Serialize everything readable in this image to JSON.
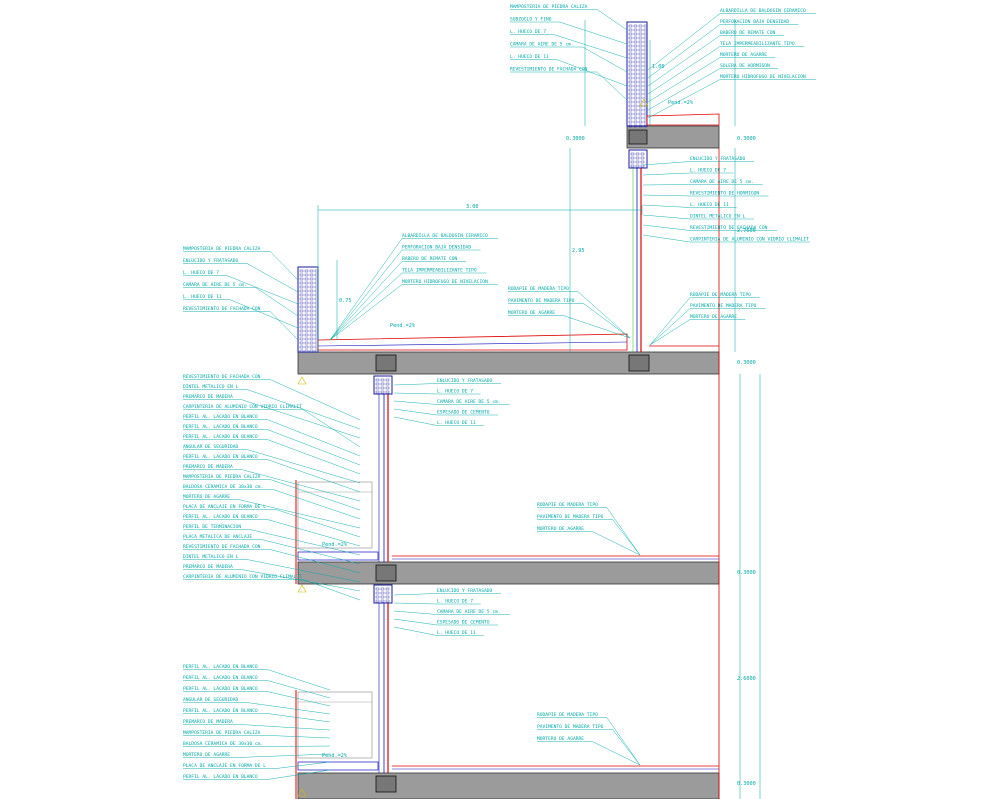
{
  "colors": {
    "background": "#ffffff",
    "annotation": "#00a8a8",
    "slab": "#9b9b9b",
    "slab_edge": "#333333",
    "brick": "#1a1aa0",
    "mullion_red": "#e00000",
    "window_blue": "#1010c0",
    "guide_green": "#22bb22",
    "highlight_yellow": "#ffee00"
  },
  "dimensions": {
    "span_top": "3.00",
    "height_upper": "2.95",
    "level_a": "0.3000",
    "level_b": "0.3000",
    "level_c": "0.3000",
    "level_d": "0.3000",
    "height_right": "2.7600",
    "height_floor": "2.6000",
    "parapet_top": "1.00",
    "parapet_low": "0.75"
  },
  "labels": {
    "top_left": [
      "MAMPOSTERIA DE PIEDRA CALIZA",
      "SUBZOCLO Y FINO",
      "L. HUECO DE 7",
      "CAMARA DE AIRE DE 5 cm.",
      "L. HUECO DE 11",
      "REVESTIMIENTO DE FACHADA CON"
    ],
    "top_right": [
      "ALBARDILLA DE BALDOSIN CERAMICO",
      "PERFORACION BAJA DENSIDAD",
      "BABERO DE REMATE CON",
      "TELA IMPERMEABILIZANTE TIPO",
      "MORTERO DE AGARRE",
      "SOLERA DE HORMIGON",
      "MORTERO HIDROFUGO DE NIVELACION"
    ],
    "right_middle": [
      "ENLUCIDO Y FRATASADO",
      "L. HUECO DE 7",
      "CAMARA DE AIRE DE 5 cm.",
      "REVESTIMIENTO DE HORMIGON",
      "L. HUECO DE 11",
      "DINTEL METALICO EN L",
      "REVESTIMIENTO DE FACHADA CON",
      "CARPINTERIA DE ALUMINIO CON VIDRIO CLIMALIT"
    ],
    "mid_roof": [
      "ALBARDILLA DE BALDOSIN CERAMICO",
      "PERFORACION BAJA DENSIDAD",
      "BABERO DE REMATE CON",
      "TELA IMPERMEABILIZANTE TIPO",
      "MORTERO HIDROFUGO DE NIVELACION"
    ],
    "mid_floor": [
      "RODAPIE DE MADERA TIPO",
      "PAVIMENTO DE MADERA TIPO",
      "MORTERO DE AGARRE"
    ],
    "right_floor": [
      "RODAPIE DE MADERA TIPO",
      "PAVIMENTO DE MADERA TIPO",
      "MORTERO DE AGARRE"
    ],
    "left_parapet": [
      "MAMPOSTERIA DE PIEDRA CALIZA",
      "ENLUCIDO Y FRATASADO",
      "L. HUECO DE 7",
      "CAMARA DE AIRE DE 5 cm.",
      "L. HUECO DE 11",
      "REVESTIMIENTO DE FACHADA CON"
    ],
    "left_floor1": [
      "REVESTIMIENTO DE FACHADA CON",
      "DINTEL METALICO EN L",
      "PREMARCO DE MADERA",
      "CARPINTERIA DE ALUMINIO CON VIDRIO CLIMALIT",
      "PERFIL AL. LACADO EN BLANCO",
      "PERFIL AL. LACADO EN BLANCO",
      "PERFIL AL. LACADO EN BLANCO",
      "ANGULAR DE SEGURIDAD",
      "PERFIL AL. LACADO EN BLANCO",
      "PREMARCO DE MADERA",
      "MAMPOSTERIA DE PIEDRA CALIZA",
      "BALDOSA CERAMICA DE 30x30 cm.",
      "MORTERO DE AGARRE",
      "PLACA DE ANCLAJE EN FORMA DE L",
      "PERFIL AL. LACADO EN BLANCO",
      "PERFIL DE TERMINACION",
      "PLACA METALICA DE ANCLAJE",
      "REVESTIMIENTO DE FACHADA CON",
      "DINTEL METALICO EN L",
      "PREMARCO DE MADERA",
      "CARPINTERIA DE ALUMINIO CON VIDRIO CLIMALIT"
    ],
    "left_floor2": [
      "PERFIL AL. LACADO EN BLANCO",
      "PERFIL AL. LACADO EN BLANCO",
      "PERFIL AL. LACADO EN BLANCO",
      "ANGULAR DE SEGURIDAD",
      "PERFIL AL. LACADO EN BLANCO",
      "PREMARCO DE MADERA",
      "MAMPOSTERIA DE PIEDRA CALIZA",
      "BALDOSA CERAMICA DE 30x30 cm.",
      "MORTERO DE AGARRE",
      "PLACA DE ANCLAJE EN FORMA DE L",
      "PERFIL AL. LACADO EN BLANCO"
    ],
    "center_floor1": [
      "ENLUCIDO Y FRATASADO",
      "L. HUECO DE 7",
      "CAMARA DE AIRE DE 5 cm.",
      "ESPESADO DE CEMENTO",
      "L. HUECO DE 11"
    ],
    "center_floor2": [
      "ENLUCIDO Y FRATASADO",
      "L. HUECO DE 7",
      "CAMARA DE AIRE DE 5 cm.",
      "ESPESADO DE CEMENTO",
      "L. HUECO DE 11"
    ],
    "right_top_mid": [
      "RODAPIE DE MADERA TIPO",
      "PAVIMENTO DE MADERA TIPO",
      "MORTERO DE AGARRE"
    ],
    "slope_top": "Pend.=2%",
    "slope_mid": "Pend.=2%",
    "slope_floor1": "Pend.=2%",
    "slope_floor2": "Pend.=2%"
  }
}
